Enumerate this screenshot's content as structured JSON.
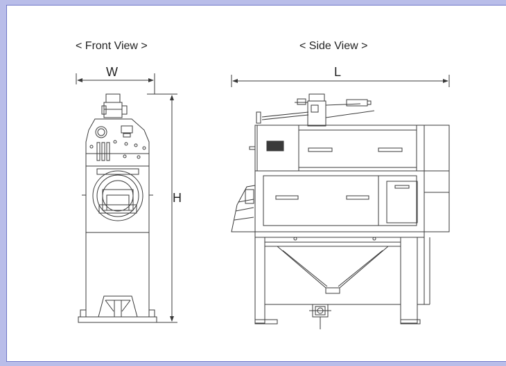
{
  "views": {
    "front": {
      "title": "< Front View >",
      "width_label": "W",
      "height_label": "H"
    },
    "side": {
      "title": "< Side View >",
      "length_label": "L"
    }
  },
  "colors": {
    "frame": "#b9bde9",
    "frame_edge": "#6f77c8",
    "line": "#3a3a3a"
  }
}
